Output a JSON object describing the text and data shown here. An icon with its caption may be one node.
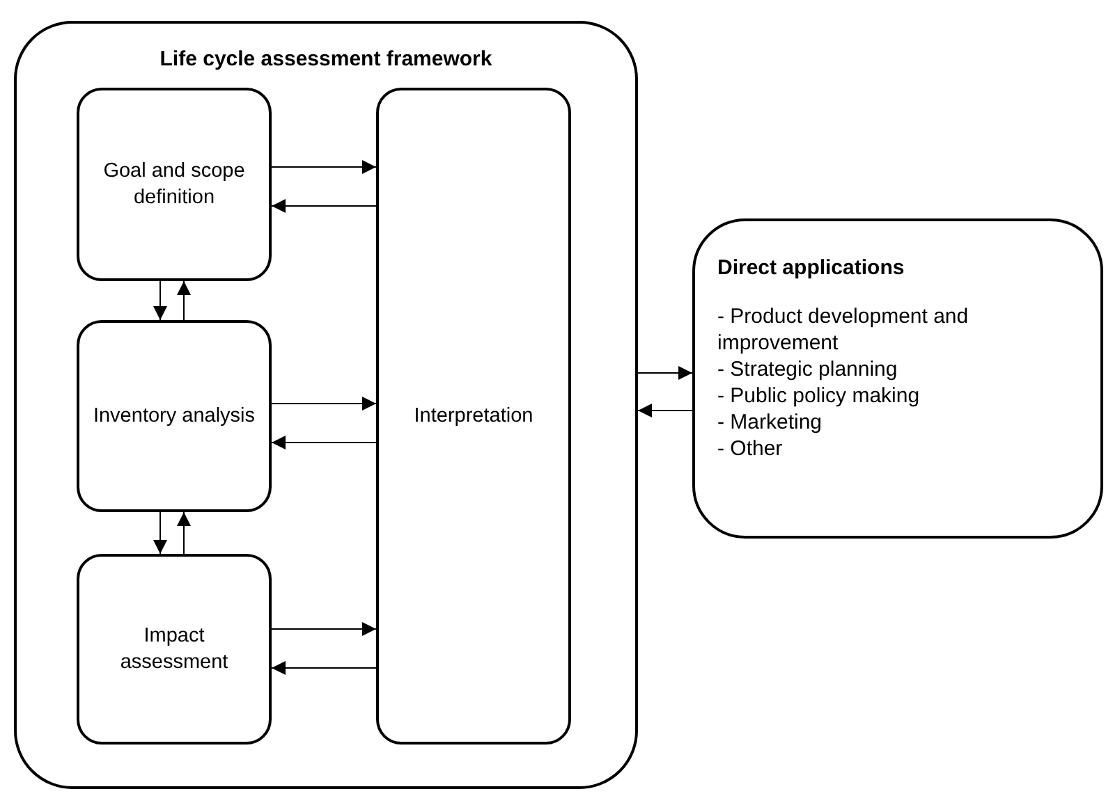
{
  "diagram": {
    "nodes": [
      {
        "text": [
          "Life cycle assessment framework"
        ]
      },
      {
        "text": [
          "Goal and scope definition"
        ],
        "in": 0
      },
      {
        "text": [
          "Inventory analysis"
        ],
        "in": 0
      },
      {
        "text": [
          "Impact assessment"
        ],
        "in": 0
      },
      {
        "text": [
          "Interpretation"
        ],
        "in": 0
      },
      {
        "text": [
          "Direct applications",
          "- Product development and improvement",
          "- Strategic planning",
          "- Public policy making",
          "- Marketing",
          "- Other"
        ]
      }
    ],
    "edges": [
      {
        "from": 1,
        "to": 4,
        "arrow": "to"
      },
      {
        "from": 4,
        "to": 1,
        "arrow": "to"
      },
      {
        "from": 2,
        "to": 4,
        "arrow": "to"
      },
      {
        "from": 4,
        "to": 2,
        "arrow": "to"
      },
      {
        "from": 3,
        "to": 4,
        "arrow": "to"
      },
      {
        "from": 4,
        "to": 3,
        "arrow": "to"
      },
      {
        "from": 1,
        "to": 2,
        "arrow": "to"
      },
      {
        "from": 2,
        "to": 1,
        "arrow": "to"
      },
      {
        "from": 2,
        "to": 3,
        "arrow": "to"
      },
      {
        "from": 3,
        "to": 2,
        "arrow": "to"
      },
      {
        "from": 0,
        "to": 5,
        "arrow": "to"
      },
      {
        "from": 5,
        "to": 0,
        "arrow": "to"
      }
    ]
  }
}
